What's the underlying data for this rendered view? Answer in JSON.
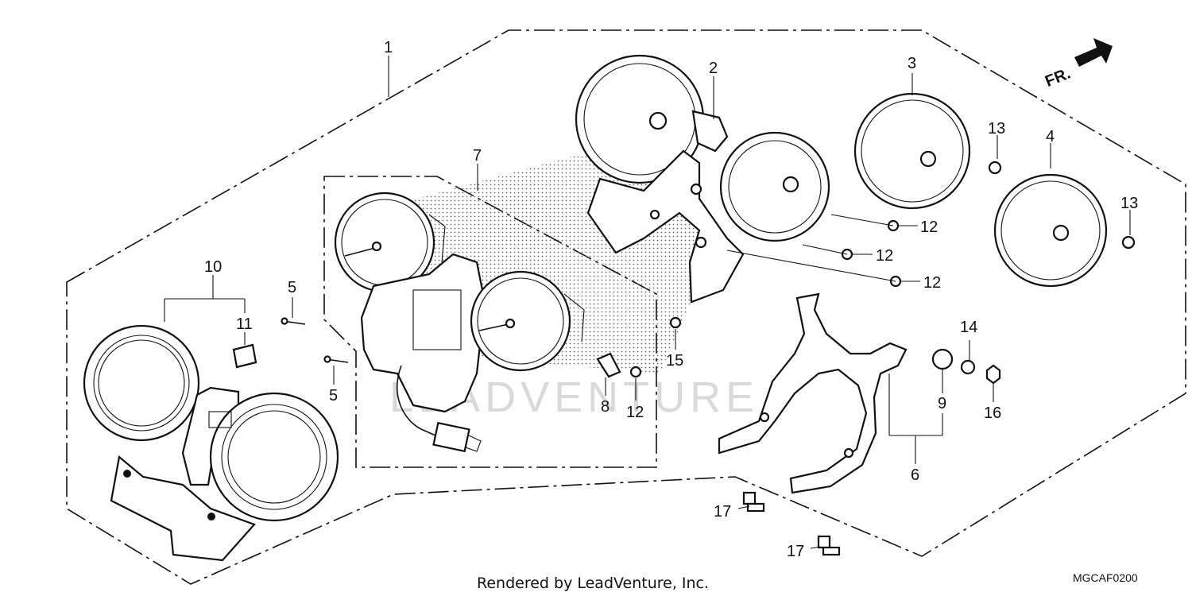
{
  "callouts": {
    "c1": "1",
    "c2": "2",
    "c3": "3",
    "c4": "4",
    "c5a": "5",
    "c5b": "5",
    "c6": "6",
    "c7": "7",
    "c8": "8",
    "c9": "9",
    "c10": "10",
    "c11": "11",
    "c12a": "12",
    "c12b": "12",
    "c12c": "12",
    "c12d": "12",
    "c13a": "13",
    "c13b": "13",
    "c14": "14",
    "c15": "15",
    "c16": "16",
    "c17a": "17",
    "c17b": "17"
  },
  "direction_arrow": "FR.",
  "watermark": "LEADVENTURE",
  "footer": {
    "credit": "Rendered by LeadVenture, Inc.",
    "code": "MGCAF0200"
  },
  "colors": {
    "line": "#111111",
    "background": "#ffffff",
    "stipple": "#555555",
    "watermark": "#d9d9d9"
  }
}
